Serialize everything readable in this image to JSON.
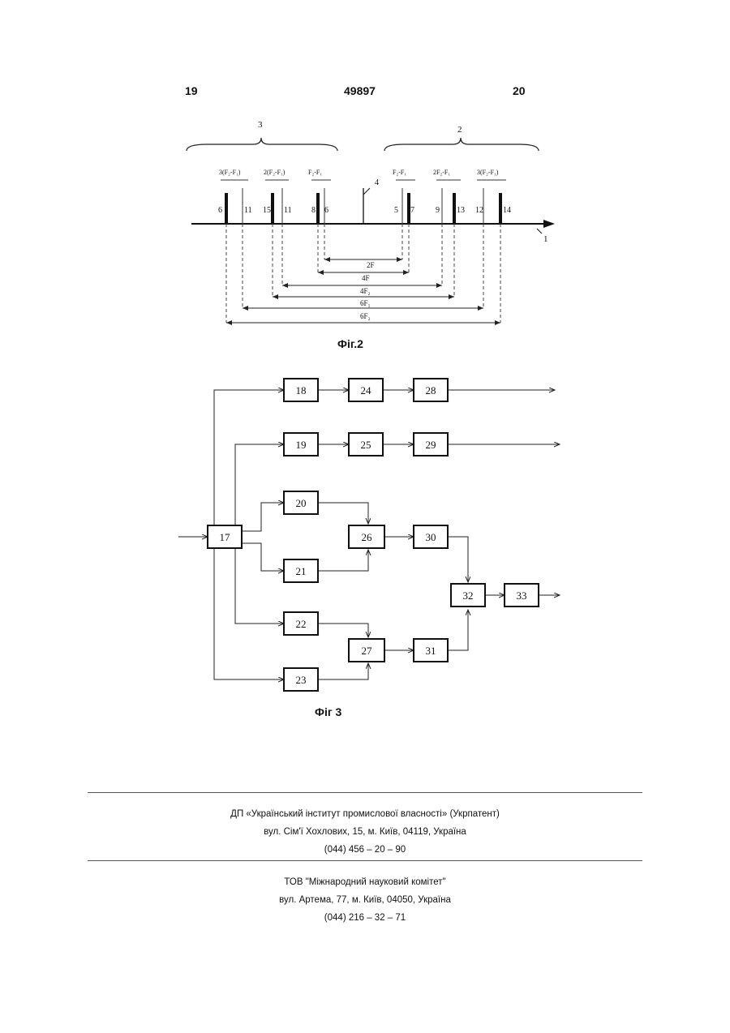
{
  "header": {
    "page_left": "19",
    "patent_number": "49897",
    "page_right": "20"
  },
  "fig2": {
    "caption": "Фіг.2",
    "brace_labels": [
      "3",
      "2"
    ],
    "axis_label": "1",
    "marker_label": "4",
    "top_labels": [
      "3(F₂-F₁)",
      "2(F₂-F₁)",
      "F₂-F₁",
      "F₂-F₁",
      "2F₂-F₁",
      "3(F₂-F₁)"
    ],
    "line_numbers": [
      "6",
      "11",
      "15",
      "11",
      "8",
      "6",
      "5",
      "7",
      "9",
      "13",
      "12",
      "14"
    ],
    "span_labels": [
      "2F",
      "4F",
      "4F₂",
      "6F₁",
      "6F₂"
    ]
  },
  "fig3": {
    "caption": "Фіг 3",
    "blocks": [
      "17",
      "18",
      "19",
      "20",
      "21",
      "22",
      "23",
      "24",
      "25",
      "26",
      "27",
      "28",
      "29",
      "30",
      "31",
      "32",
      "33"
    ]
  },
  "footer": {
    "org1_name": "ДП «Український інститут промислової власності» (Укрпатент)",
    "org1_address": "вул. Сім'ї Хохлових, 15, м. Київ, 04119, Україна",
    "org1_phone": "(044) 456 – 20 – 90",
    "org2_name": "ТОВ \"Міжнародний науковий комітет\"",
    "org2_address": "вул. Артема, 77, м. Київ, 04050, Україна",
    "org2_phone": "(044) 216 – 32 – 71"
  }
}
